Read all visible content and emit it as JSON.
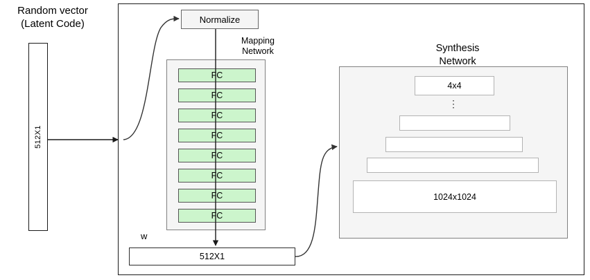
{
  "diagram": {
    "title_left": {
      "line1": "Random vector",
      "line2": "(Latent Code)"
    },
    "latent_vector": {
      "label": "512X1"
    },
    "normalize": {
      "label": "Normalize"
    },
    "mapping_network": {
      "label_line1": "Mapping",
      "label_line2": "Network",
      "fc_layers": [
        {
          "label": "FC"
        },
        {
          "label": "FC"
        },
        {
          "label": "FC"
        },
        {
          "label": "FC"
        },
        {
          "label": "FC"
        },
        {
          "label": "FC"
        },
        {
          "label": "FC"
        },
        {
          "label": "FC"
        }
      ]
    },
    "w_vector": {
      "name": "w",
      "label": "512X1"
    },
    "synthesis_network": {
      "title_line1": "Synthesis",
      "title_line2": "Network",
      "layers": [
        {
          "label": "4x4"
        },
        {
          "label": ""
        },
        {
          "label": ""
        },
        {
          "label": ""
        },
        {
          "label": "1024x1024"
        }
      ],
      "ellipsis": "⋮"
    },
    "colors": {
      "fc_fill": "#ccf5cc",
      "panel_fill": "#f5f5f5",
      "panel_border": "#808080",
      "line": "#1a1a1a",
      "layer_border": "#b3b3b3"
    }
  }
}
